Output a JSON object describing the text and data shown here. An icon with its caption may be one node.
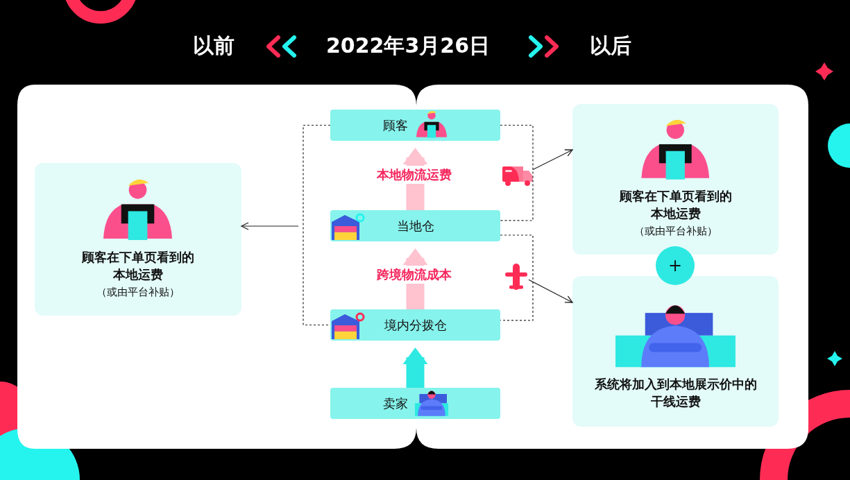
{
  "diagram": {
    "title": "2022年3月26日",
    "labels": [
      "以前",
      "以后"
    ],
    "nodes": [
      {
        "text": [
          "顾客在下单页看到的本地运费",
          "（或由平台补贴）"
        ]
      },
      {
        "text": [
          "顾客"
        ]
      },
      {
        "text": [
          "当地仓"
        ]
      },
      {
        "text": [
          "境内分拨仓"
        ]
      },
      {
        "text": [
          "卖家"
        ]
      },
      {
        "text": [
          "顾客在下单页看到的本地运费",
          "（或由平台补贴）"
        ]
      },
      {
        "text": [
          "+"
        ]
      },
      {
        "text": [
          "系统将加入到本地展示价中的干线运费"
        ]
      },
      {
        "text": [],
        "shape": "picture"
      },
      {
        "text": [],
        "shape": "picture"
      }
    ],
    "edges": [
      {
        "from": 2,
        "to": 1,
        "arrow": "to",
        "label": "本地物流运费",
        "style": "thick",
        "color": "#ffc2cf"
      },
      {
        "from": 3,
        "to": 2,
        "arrow": "to",
        "label": "跨境物流成本",
        "style": "thick",
        "color": "#ffc2cf"
      },
      {
        "from": 4,
        "to": 3,
        "arrow": "to",
        "style": "thick",
        "color": "#2ee8e2"
      },
      {
        "from": 1,
        "to": 3,
        "arrow": "none",
        "style": "dashed"
      },
      {
        "from": 1,
        "to": 2,
        "arrow": "none",
        "style": "dashed"
      },
      {
        "from": 2,
        "to": 3,
        "arrow": "none",
        "style": "dashed"
      },
      {
        "from": null,
        "to": 0,
        "arrow": "to"
      },
      {
        "from": 8,
        "to": 5,
        "arrow": "to"
      },
      {
        "from": 9,
        "to": 7,
        "arrow": "to"
      }
    ]
  }
}
